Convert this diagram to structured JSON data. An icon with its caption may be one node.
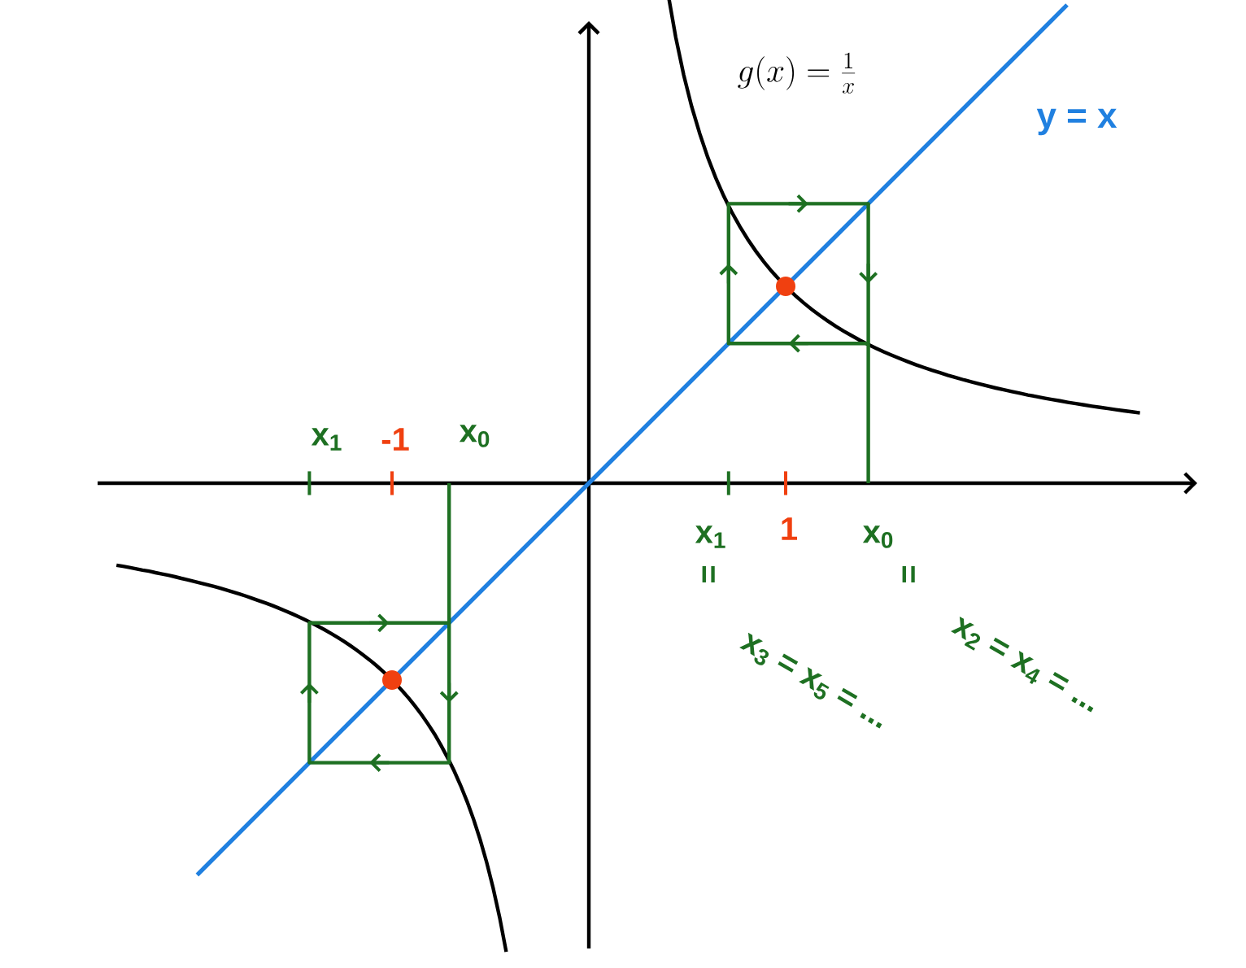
{
  "diagram": {
    "labels": [
      "g(x) = \\frac{1}{x}",
      "y = x",
      "x$_{1}$",
      "-1",
      "x$_{0}$",
      "x$_{1}$",
      "1",
      "x$_{0}$",
      "=",
      "x$_{3}$ = x$_{5}$ = ...",
      "=",
      "x$_{2}$ = x$_{4}$ = ..."
    ]
  }
}
